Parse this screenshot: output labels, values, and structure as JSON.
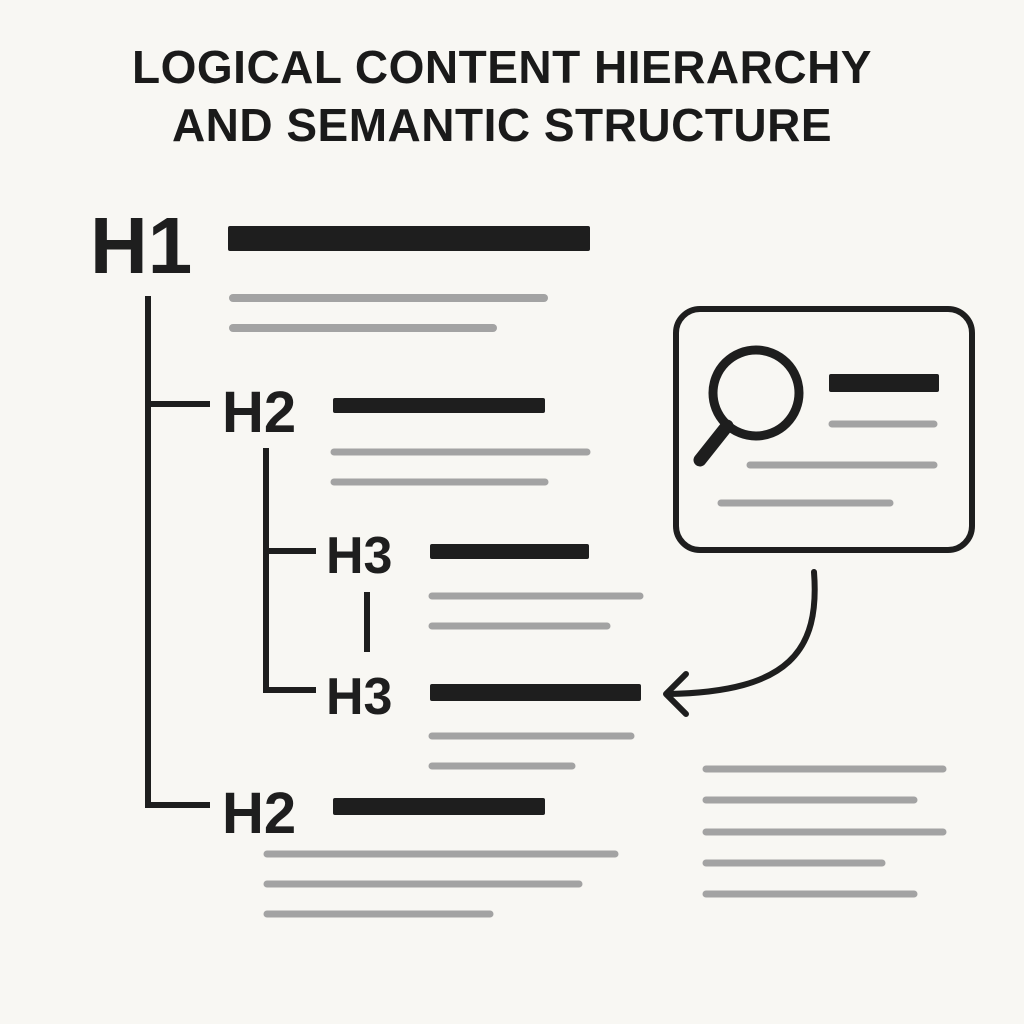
{
  "title": {
    "line1": "LOGICAL CONTENT HIERARCHY",
    "line2": "AND SEMANTIC STRUCTURE"
  },
  "headings": {
    "h1": "H1",
    "h2_first": "H2",
    "h3_first": "H3",
    "h3_second": "H3",
    "h2_second": "H2"
  },
  "icons": {
    "search": "magnifier-icon",
    "arrow": "curved-arrow-icon"
  },
  "colors": {
    "background": "#f8f7f3",
    "ink": "#1e1e1e",
    "text_line": "#a3a3a3"
  }
}
